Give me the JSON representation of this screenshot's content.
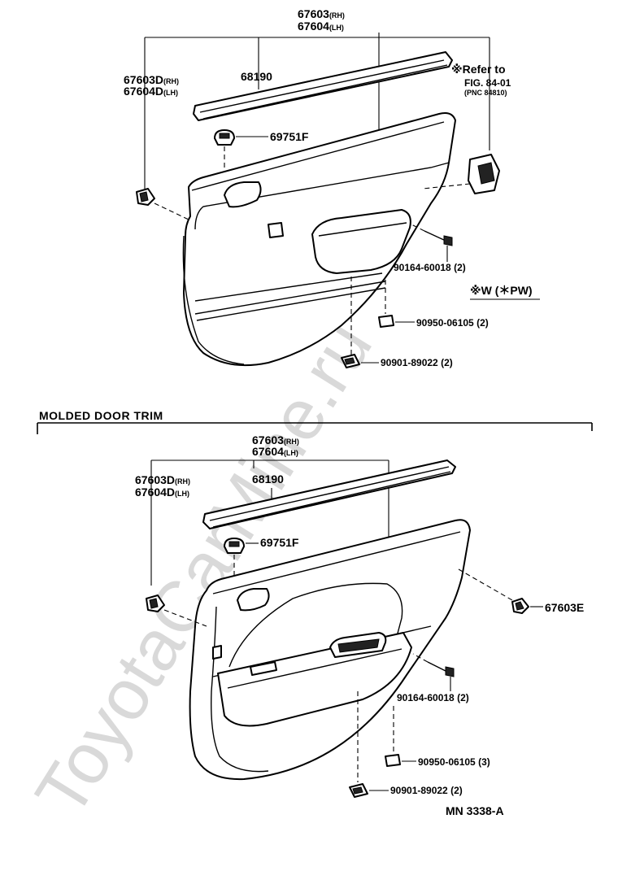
{
  "watermark": "ToyotaCarMine.ru",
  "upper": {
    "label_67603": "67603",
    "label_67603_side": "(RH)",
    "label_67604": "67604",
    "label_67604_side": "(LH)",
    "label_67603d": "67603D",
    "label_67603d_side": "(RH)",
    "label_67604d": "67604D",
    "label_67604d_side": "(LH)",
    "label_68190": "68190",
    "label_69751f": "69751F",
    "refer_line1": "※Refer  to",
    "refer_line2": "FIG. 84-01",
    "refer_line3": "(PNC  84810)",
    "label_screw": "90164-60018 (2)",
    "label_w_pw": "※W (＊PW)",
    "label_clip1": "90950-06105 (2)",
    "label_clip2": "90901-89022 (2)"
  },
  "section_title": "MOLDED  DOOR  TRIM",
  "lower": {
    "label_67603": "67603",
    "label_67603_side": "(RH)",
    "label_67604": "67604",
    "label_67604_side": "(LH)",
    "label_67603d": "67603D",
    "label_67603d_side": "(RH)",
    "label_67604d": "67604D",
    "label_67604d_side": "(LH)",
    "label_68190": "68190",
    "label_69751f": "69751F",
    "label_67603e": "67603E",
    "label_screw": "90164-60018 (2)",
    "label_clip1": "90950-06105 (3)",
    "label_clip2": "90901-89022 (2)"
  },
  "footer_code": "MN  3338-A"
}
